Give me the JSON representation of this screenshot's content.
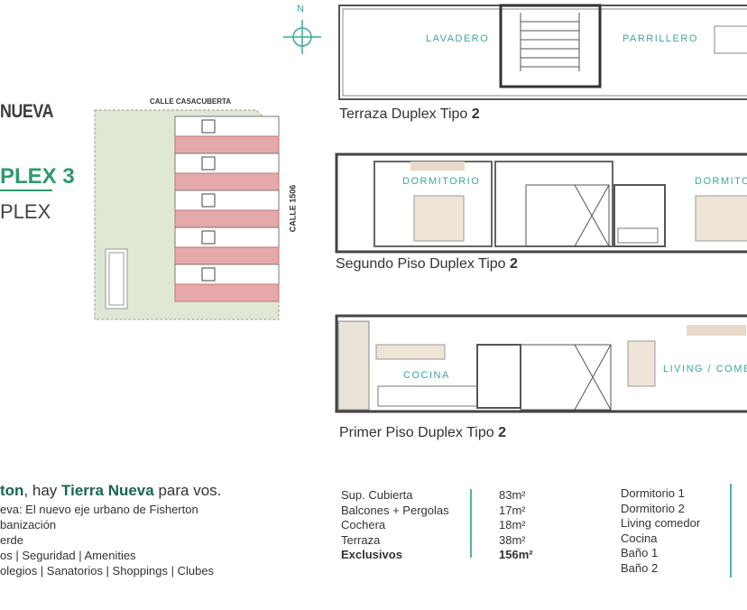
{
  "brand": {
    "name_partial": "NUEVA",
    "product_partial": "PLEX 3",
    "type_partial": "PLEX"
  },
  "site_plan": {
    "street_top": "CALLE CASACUBERTA",
    "street_right": "CALLE 1506"
  },
  "plans": [
    {
      "label": "Terraza Duplex Tipo",
      "number": "2",
      "rooms": [
        "LAVADERO",
        "PARRILLERO"
      ]
    },
    {
      "label": "Segundo Piso Duplex Tipo",
      "number": "2",
      "rooms": [
        "DORMITORIO",
        "DORMITO"
      ]
    },
    {
      "label": "Primer Piso Duplex Tipo",
      "number": "2",
      "rooms": [
        "COCINA",
        "LIVING / COME"
      ]
    }
  ],
  "headline": {
    "part1": "ton",
    "part2": ", hay ",
    "highlight": "Tierra Nueva",
    "part3": " para vos."
  },
  "features": [
    "eva: El nuevo eje urbano de Fisherton",
    "banización",
    "erde",
    "os | Seguridad | Amenities",
    "olegios | Sanatorios | Shoppings | Clubes"
  ],
  "surfaces": [
    {
      "label": "Sup. Cubierta",
      "value": "83m²"
    },
    {
      "label": "Balcones + Pergolas",
      "value": "17m²"
    },
    {
      "label": "Cochera",
      "value": "18m²"
    },
    {
      "label": "Terraza",
      "value": "38m²"
    },
    {
      "label": "Exclusivos",
      "value": "156m²"
    }
  ],
  "rooms_list": [
    "Dormitorio 1",
    "Dormitorio 2",
    "Living comedor",
    "Cocina",
    "Baño 1",
    "Baño 2"
  ],
  "compass": {
    "label": "N"
  },
  "colors": {
    "green": "#2e9a6c",
    "teal": "#3aa89a",
    "pink": "#e6a9a9",
    "lawn": "#dfe8d5"
  }
}
